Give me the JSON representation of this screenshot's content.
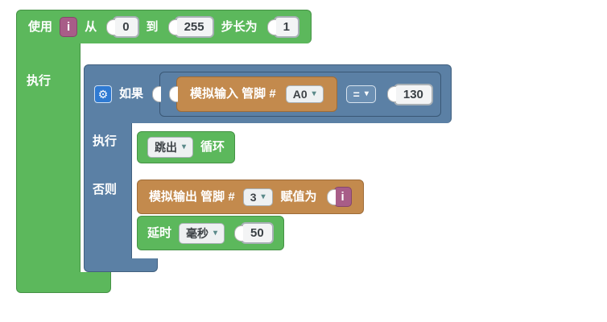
{
  "icons": {
    "gear": "⚙",
    "dropdown_arrow": "▾"
  },
  "colors": {
    "loop_green": "#5cb85c",
    "logic_blue": "#5b80a5",
    "io_orange": "#c38a4d",
    "variable_magenta": "#a85d88"
  },
  "loop_block": {
    "use_label": "使用",
    "variable": "i",
    "from_label": "从",
    "from_value": "0",
    "to_label": "到",
    "to_value": "255",
    "step_label": "步长为",
    "step_value": "1",
    "do_label": "执行"
  },
  "if_block": {
    "if_label": "如果",
    "do_label": "执行",
    "else_label": "否则"
  },
  "compare_block": {
    "operator": "=",
    "value": "130"
  },
  "analog_read_block": {
    "label": "模拟输入 管脚 #",
    "pin": "A0"
  },
  "break_block": {
    "action": "跳出",
    "suffix_label": "循环"
  },
  "analog_write_block": {
    "label": "模拟输出 管脚 #",
    "pin": "3",
    "assign_label": "赋值为",
    "variable": "i"
  },
  "delay_block": {
    "label": "延时",
    "unit": "毫秒",
    "value": "50"
  }
}
